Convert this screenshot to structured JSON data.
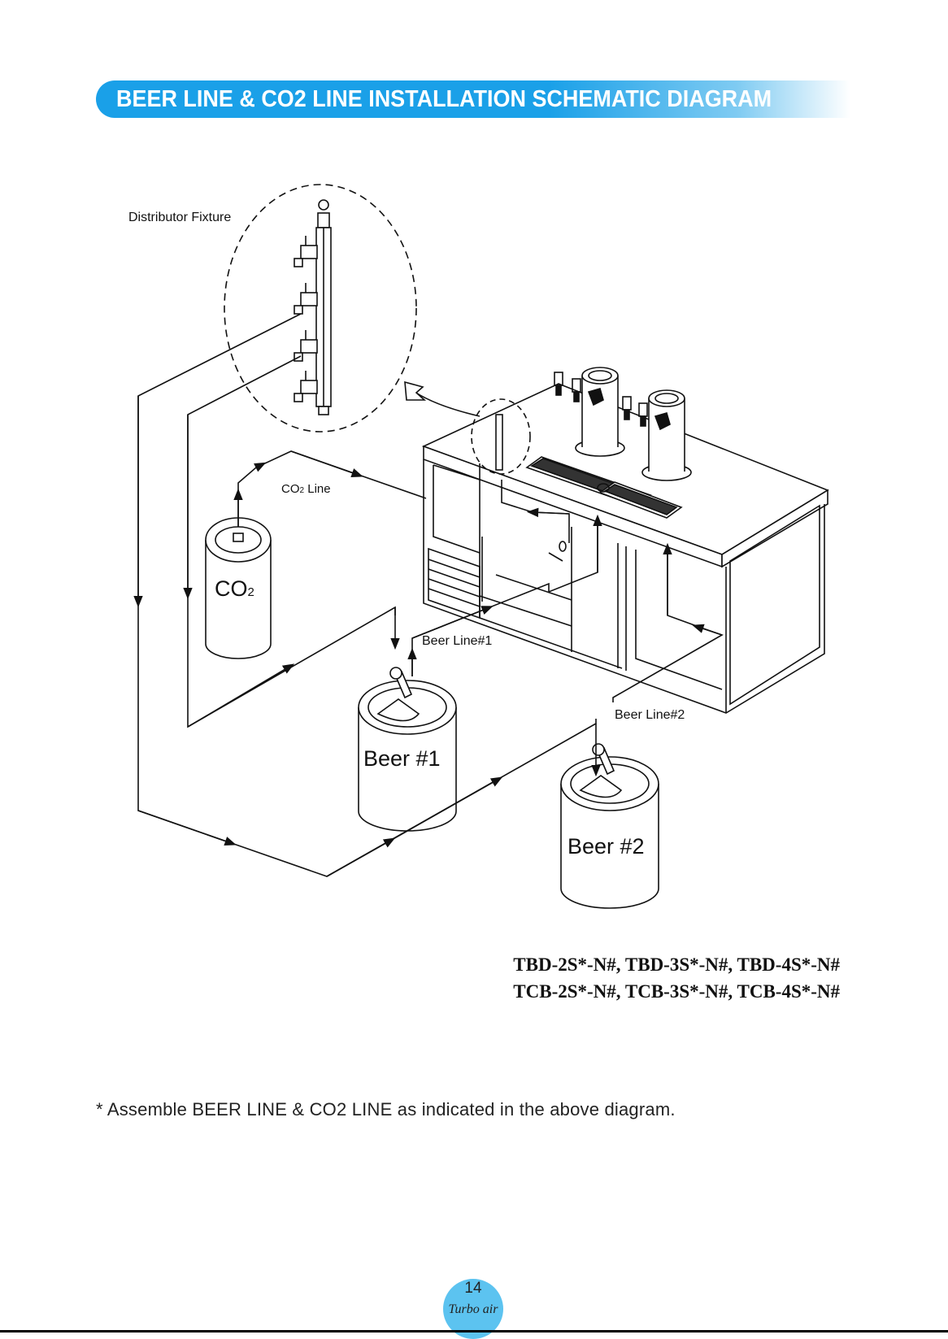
{
  "header": {
    "title": "BEER LINE & CO2 LINE INSTALLATION SCHEMATIC DIAGRAM"
  },
  "diagram": {
    "labels": {
      "distributor_fixture": "Distributor Fixture",
      "co2_line_prefix": "CO",
      "co2_line_sub": "2",
      "co2_line_suffix": " Line",
      "co2_tank_main": "CO",
      "co2_tank_sub": "2",
      "beer_line_1": "Beer Line#1",
      "beer_line_2": "Beer Line#2",
      "keg_1": "Beer #1",
      "keg_2": "Beer #2"
    }
  },
  "models": {
    "line_1": "TBD-2S*-N#, TBD-3S*-N#, TBD-4S*-N#",
    "line_2": "TCB-2S*-N#, TCB-3S*-N#, TCB-4S*-N#"
  },
  "note": "* Assemble BEER LINE & CO2 LINE as indicated in the above diagram.",
  "footer": {
    "page_number": "14",
    "brand": "Turbo air"
  }
}
